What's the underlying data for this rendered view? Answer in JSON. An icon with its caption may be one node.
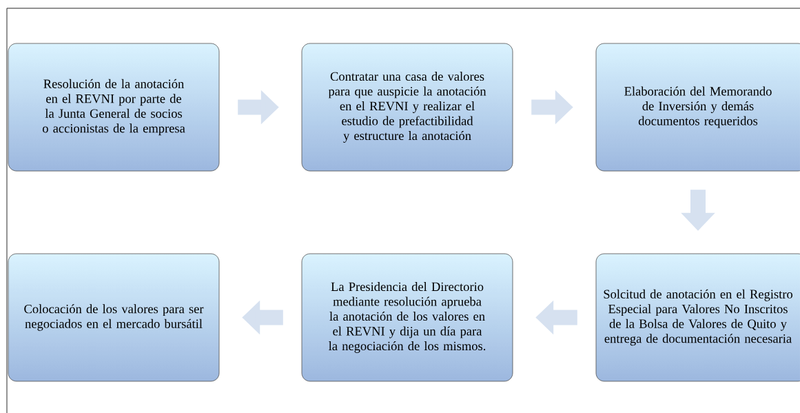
{
  "diagram": {
    "nodes": [
      {
        "text": [
          "Resolución de la anotación en el REVNI por parte de la Junta General de socios o accionistas de la empresa"
        ]
      },
      {
        "text": [
          "Contratar una casa de valores para que auspicie la anotación en el REVNI y realizar el estudio de prefactibilidad y estructure la anotación"
        ]
      },
      {
        "text": [
          "Elaboración del Memorando de Inversión y demás documentos requeridos"
        ]
      },
      {
        "text": [
          "Colocación de los valores para ser negociados en el mercado bursátil"
        ]
      },
      {
        "text": [
          "La Presidencia del Directorio mediante resolución aprueba la anotación de los valores en el REVNI y dija un día para la negociación de los mismos."
        ]
      },
      {
        "text": [
          "Solcitud de anotación en el Registro Especial para Valores No Inscritos de la Bolsa de Valores de Quito y entrega de documentación necesaria"
        ]
      }
    ],
    "edges": [
      {
        "from": 0,
        "to": 1,
        "arrow": "to"
      },
      {
        "from": 1,
        "to": 2,
        "arrow": "to"
      },
      {
        "from": 2,
        "to": 5,
        "arrow": "to"
      },
      {
        "from": 5,
        "to": 4,
        "arrow": "to"
      },
      {
        "from": 4,
        "to": 3,
        "arrow": "to"
      }
    ]
  }
}
